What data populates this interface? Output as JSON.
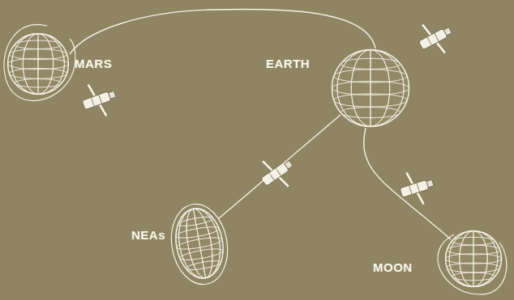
{
  "diagram": {
    "nodes": [
      {
        "text": [
          "MARS"
        ]
      },
      {
        "text": [
          "EARTH"
        ]
      },
      {
        "text": [
          "NEAs"
        ]
      },
      {
        "text": [
          "MOON"
        ]
      }
    ],
    "edges": [
      {
        "from": 1,
        "to": 0,
        "arrow": "none"
      },
      {
        "from": 1,
        "to": 2,
        "arrow": "none"
      },
      {
        "from": 1,
        "to": 3,
        "arrow": "none"
      }
    ]
  }
}
